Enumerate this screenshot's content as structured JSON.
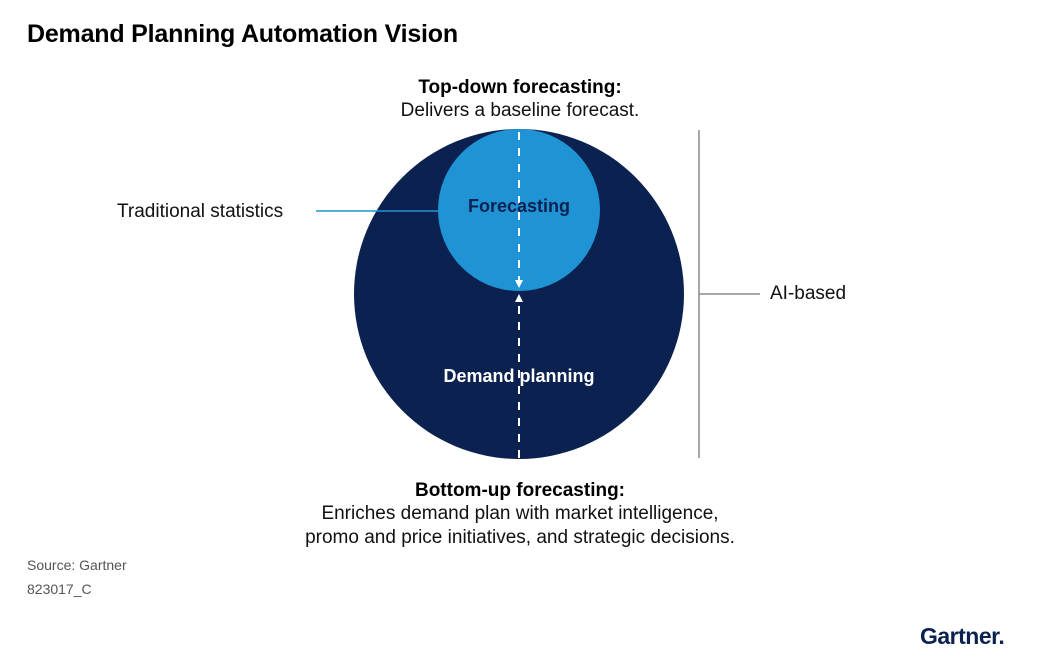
{
  "title": "Demand Planning Automation Vision",
  "top_down": {
    "heading": "Top-down forecasting:",
    "description": "Delivers a baseline forecast."
  },
  "bottom_up": {
    "heading": "Bottom-up forecasting:",
    "description_line1": "Enriches demand plan with market intelligence,",
    "description_line2": "promo and price initiatives, and strategic decisions."
  },
  "inner_circle_label": "Forecasting",
  "outer_circle_label": "Demand planning",
  "left_callout": "Traditional statistics",
  "right_callout": "AI-based",
  "source": "Source: Gartner",
  "doc_id": "823017_C",
  "logo": {
    "text": "Gartner",
    "mark": "."
  },
  "colors": {
    "outer_circle": "#0b2250",
    "inner_circle": "#1f93d4",
    "callout_line_left": "#1f93d4",
    "callout_line_right": "#8c8c8c",
    "circle_text_outer": "#ffffff",
    "circle_text_inner": "#0b2250"
  }
}
